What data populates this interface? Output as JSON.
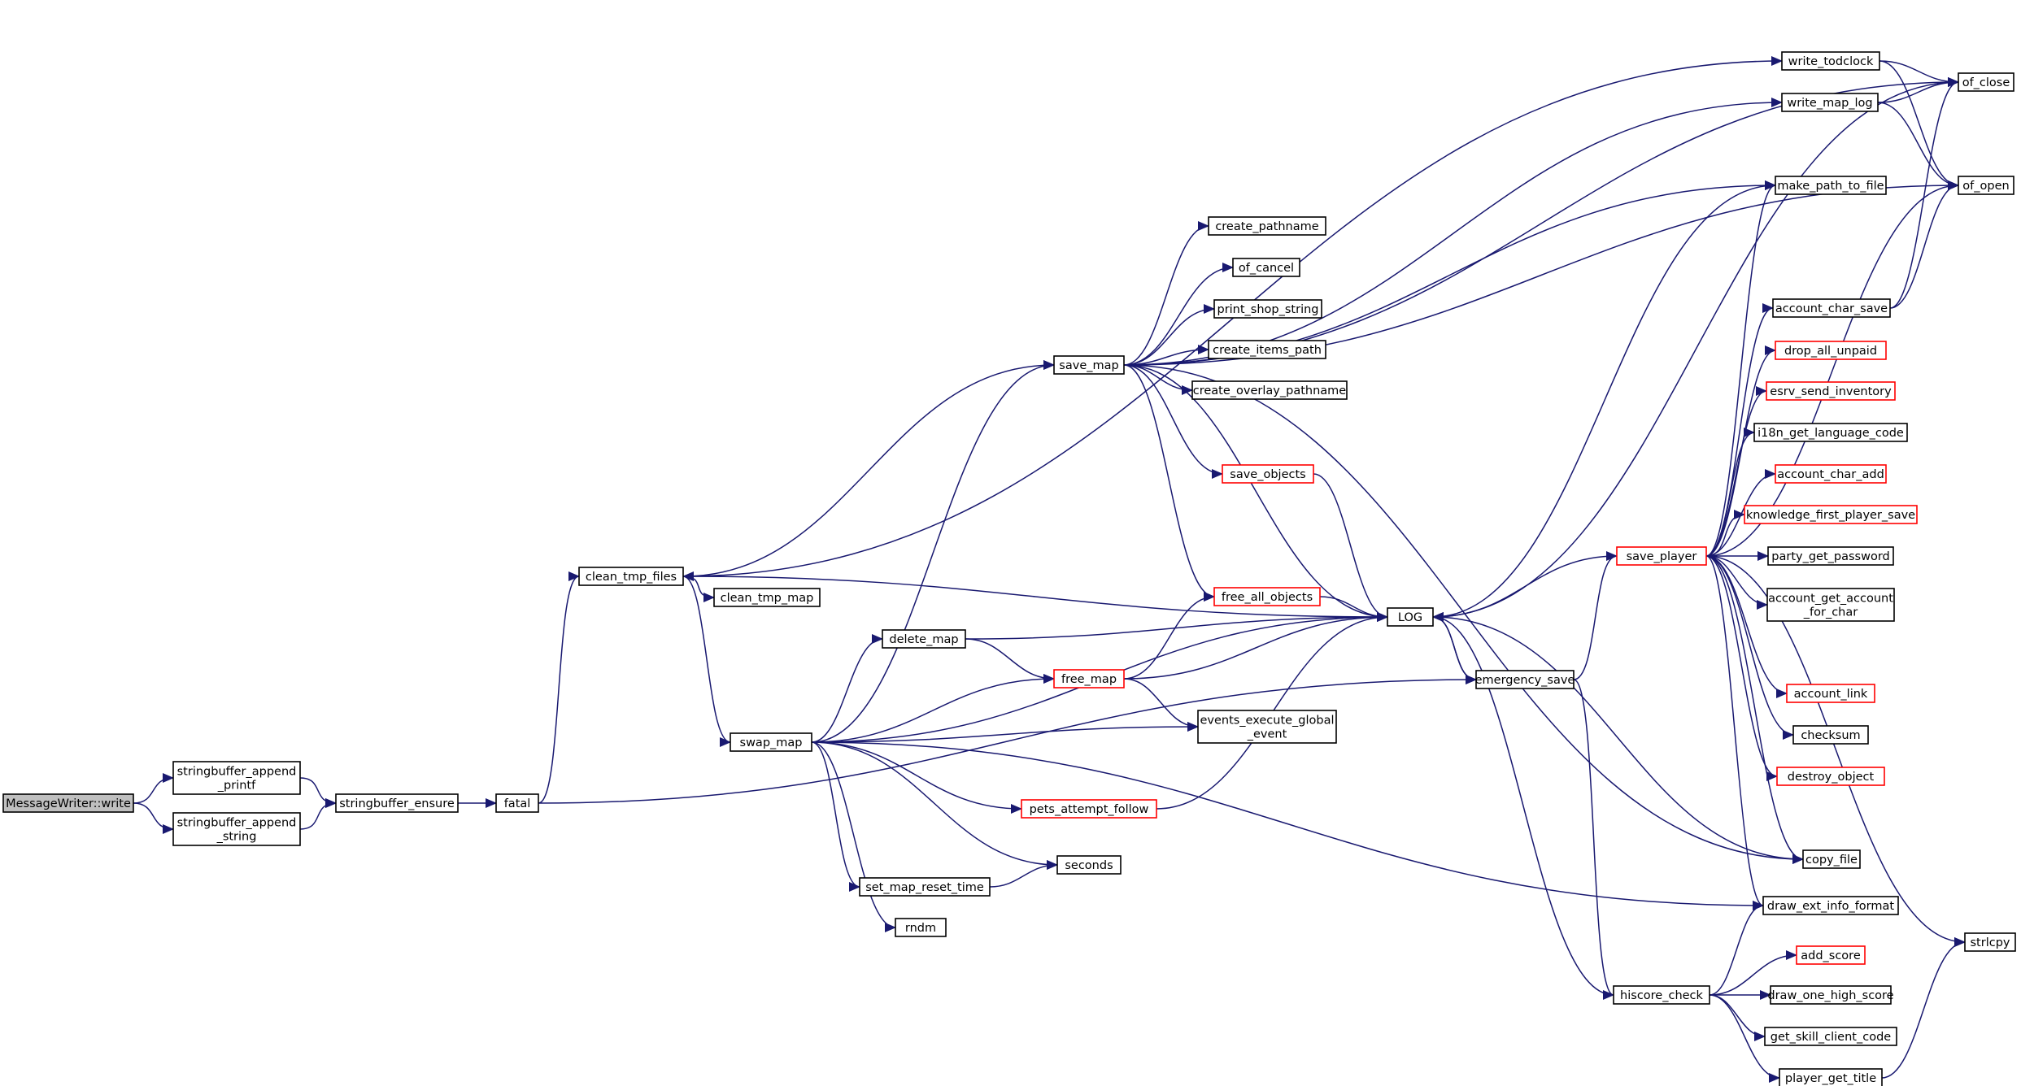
{
  "colors": {
    "edge": "#191970",
    "node_border": "#000000",
    "node_border_truncated": "#ff0000",
    "node_fill": "#ffffff",
    "root_fill": "#bfbfbf"
  },
  "graph": {
    "nodes": [
      {
        "id": "root",
        "lines": [
          "MessageWriter::write"
        ],
        "root": true
      },
      {
        "id": "sb_printf",
        "lines": [
          "stringbuffer_append",
          "_printf"
        ]
      },
      {
        "id": "sb_string",
        "lines": [
          "stringbuffer_append",
          "_string"
        ]
      },
      {
        "id": "sb_ensure",
        "lines": [
          "stringbuffer_ensure"
        ]
      },
      {
        "id": "fatal",
        "lines": [
          "fatal"
        ]
      },
      {
        "id": "clean_tmp_files",
        "lines": [
          "clean_tmp_files"
        ]
      },
      {
        "id": "clean_tmp_map",
        "lines": [
          "clean_tmp_map"
        ]
      },
      {
        "id": "swap_map",
        "lines": [
          "swap_map"
        ]
      },
      {
        "id": "save_map",
        "lines": [
          "save_map"
        ]
      },
      {
        "id": "delete_map",
        "lines": [
          "delete_map"
        ]
      },
      {
        "id": "free_map",
        "lines": [
          "free_map"
        ],
        "red": true
      },
      {
        "id": "set_map_reset_time",
        "lines": [
          "set_map_reset_time"
        ]
      },
      {
        "id": "rndm",
        "lines": [
          "rndm"
        ]
      },
      {
        "id": "pets_attempt_follow",
        "lines": [
          "pets_attempt_follow"
        ],
        "red": true
      },
      {
        "id": "seconds",
        "lines": [
          "seconds"
        ]
      },
      {
        "id": "events_execute",
        "lines": [
          "events_execute_global",
          "_event"
        ]
      },
      {
        "id": "create_pathname",
        "lines": [
          "create_pathname"
        ]
      },
      {
        "id": "of_cancel",
        "lines": [
          "of_cancel"
        ]
      },
      {
        "id": "print_shop_string",
        "lines": [
          "print_shop_string"
        ]
      },
      {
        "id": "create_items_path",
        "lines": [
          "create_items_path"
        ]
      },
      {
        "id": "create_overlay_pathname",
        "lines": [
          "create_overlay_pathname"
        ]
      },
      {
        "id": "save_objects",
        "lines": [
          "save_objects"
        ],
        "red": true
      },
      {
        "id": "free_all_objects",
        "lines": [
          "free_all_objects"
        ],
        "red": true
      },
      {
        "id": "LOG",
        "lines": [
          "LOG"
        ]
      },
      {
        "id": "emergency_save",
        "lines": [
          "emergency_save"
        ]
      },
      {
        "id": "hiscore_check",
        "lines": [
          "hiscore_check"
        ]
      },
      {
        "id": "save_player",
        "lines": [
          "save_player"
        ],
        "red": true
      },
      {
        "id": "write_todclock",
        "lines": [
          "write_todclock"
        ]
      },
      {
        "id": "write_map_log",
        "lines": [
          "write_map_log"
        ]
      },
      {
        "id": "make_path_to_file",
        "lines": [
          "make_path_to_file"
        ]
      },
      {
        "id": "account_char_save",
        "lines": [
          "account_char_save"
        ]
      },
      {
        "id": "drop_all_unpaid",
        "lines": [
          "drop_all_unpaid"
        ],
        "red": true
      },
      {
        "id": "esrv_send_inventory",
        "lines": [
          "esrv_send_inventory"
        ],
        "red": true
      },
      {
        "id": "i18n_get_language_code",
        "lines": [
          "i18n_get_language_code"
        ]
      },
      {
        "id": "account_char_add",
        "lines": [
          "account_char_add"
        ],
        "red": true
      },
      {
        "id": "knowledge_first_player_save",
        "lines": [
          "knowledge_first_player_save"
        ],
        "red": true
      },
      {
        "id": "party_get_password",
        "lines": [
          "party_get_password"
        ]
      },
      {
        "id": "account_get_account_for_char",
        "lines": [
          "account_get_account",
          "_for_char"
        ]
      },
      {
        "id": "account_link",
        "lines": [
          "account_link"
        ],
        "red": true
      },
      {
        "id": "checksum",
        "lines": [
          "checksum"
        ]
      },
      {
        "id": "destroy_object",
        "lines": [
          "destroy_object"
        ],
        "red": true
      },
      {
        "id": "copy_file",
        "lines": [
          "copy_file"
        ]
      },
      {
        "id": "draw_ext_info_format",
        "lines": [
          "draw_ext_info_format"
        ]
      },
      {
        "id": "add_score",
        "lines": [
          "add_score"
        ],
        "red": true
      },
      {
        "id": "draw_one_high_score",
        "lines": [
          "draw_one_high_score"
        ]
      },
      {
        "id": "get_skill_client_code",
        "lines": [
          "get_skill_client_code"
        ]
      },
      {
        "id": "player_get_title",
        "lines": [
          "player_get_title"
        ]
      },
      {
        "id": "of_close",
        "lines": [
          "of_close"
        ]
      },
      {
        "id": "of_open",
        "lines": [
          "of_open"
        ]
      },
      {
        "id": "strlcpy",
        "lines": [
          "strlcpy"
        ]
      }
    ],
    "edges": [
      [
        "root",
        "sb_printf"
      ],
      [
        "root",
        "sb_string"
      ],
      [
        "sb_printf",
        "sb_ensure"
      ],
      [
        "sb_string",
        "sb_ensure"
      ],
      [
        "sb_ensure",
        "fatal"
      ],
      [
        "fatal",
        "clean_tmp_files"
      ],
      [
        "fatal",
        "emergency_save"
      ],
      [
        "clean_tmp_files",
        "write_todclock"
      ],
      [
        "clean_tmp_files",
        "save_map"
      ],
      [
        "clean_tmp_files",
        "clean_tmp_map"
      ],
      [
        "clean_tmp_files",
        "swap_map"
      ],
      [
        "swap_map",
        "save_map"
      ],
      [
        "swap_map",
        "delete_map"
      ],
      [
        "swap_map",
        "free_map"
      ],
      [
        "swap_map",
        "events_execute"
      ],
      [
        "swap_map",
        "LOG"
      ],
      [
        "swap_map",
        "pets_attempt_follow"
      ],
      [
        "swap_map",
        "seconds"
      ],
      [
        "swap_map",
        "set_map_reset_time"
      ],
      [
        "swap_map",
        "rndm"
      ],
      [
        "swap_map",
        "draw_ext_info_format"
      ],
      [
        "save_map",
        "of_close"
      ],
      [
        "save_map",
        "write_map_log"
      ],
      [
        "save_map",
        "of_open"
      ],
      [
        "save_map",
        "make_path_to_file"
      ],
      [
        "save_map",
        "create_pathname"
      ],
      [
        "save_map",
        "of_cancel"
      ],
      [
        "save_map",
        "print_shop_string"
      ],
      [
        "save_map",
        "create_items_path"
      ],
      [
        "save_map",
        "create_overlay_pathname"
      ],
      [
        "save_map",
        "save_objects"
      ],
      [
        "save_map",
        "free_all_objects"
      ],
      [
        "save_map",
        "LOG"
      ],
      [
        "save_map",
        "copy_file"
      ],
      [
        "save_objects",
        "LOG"
      ],
      [
        "free_all_objects",
        "LOG"
      ],
      [
        "delete_map",
        "LOG"
      ],
      [
        "delete_map",
        "free_map"
      ],
      [
        "free_map",
        "free_all_objects"
      ],
      [
        "free_map",
        "LOG"
      ],
      [
        "free_map",
        "events_execute"
      ],
      [
        "pets_attempt_follow",
        "LOG"
      ],
      [
        "set_map_reset_time",
        "seconds"
      ],
      [
        "LOG",
        "clean_tmp_files"
      ],
      [
        "LOG",
        "emergency_save"
      ],
      [
        "LOG",
        "make_path_to_file"
      ],
      [
        "LOG",
        "of_close"
      ],
      [
        "emergency_save",
        "LOG"
      ],
      [
        "emergency_save",
        "save_player"
      ],
      [
        "emergency_save",
        "hiscore_check"
      ],
      [
        "save_player",
        "LOG"
      ],
      [
        "save_player",
        "of_open"
      ],
      [
        "save_player",
        "make_path_to_file"
      ],
      [
        "save_player",
        "account_char_save"
      ],
      [
        "save_player",
        "drop_all_unpaid"
      ],
      [
        "save_player",
        "esrv_send_inventory"
      ],
      [
        "save_player",
        "i18n_get_language_code"
      ],
      [
        "save_player",
        "account_char_add"
      ],
      [
        "save_player",
        "knowledge_first_player_save"
      ],
      [
        "save_player",
        "party_get_password"
      ],
      [
        "save_player",
        "account_get_account_for_char"
      ],
      [
        "save_player",
        "account_link"
      ],
      [
        "save_player",
        "checksum"
      ],
      [
        "save_player",
        "destroy_object"
      ],
      [
        "save_player",
        "copy_file"
      ],
      [
        "save_player",
        "draw_ext_info_format"
      ],
      [
        "save_player",
        "strlcpy"
      ],
      [
        "hiscore_check",
        "LOG"
      ],
      [
        "hiscore_check",
        "draw_ext_info_format"
      ],
      [
        "hiscore_check",
        "add_score"
      ],
      [
        "hiscore_check",
        "draw_one_high_score"
      ],
      [
        "hiscore_check",
        "get_skill_client_code"
      ],
      [
        "hiscore_check",
        "player_get_title"
      ],
      [
        "copy_file",
        "LOG"
      ],
      [
        "write_todclock",
        "of_close"
      ],
      [
        "write_todclock",
        "of_open"
      ],
      [
        "write_map_log",
        "of_close"
      ],
      [
        "write_map_log",
        "of_open"
      ],
      [
        "account_char_save",
        "of_close"
      ],
      [
        "account_char_save",
        "of_open"
      ],
      [
        "player_get_title",
        "strlcpy"
      ]
    ]
  }
}
